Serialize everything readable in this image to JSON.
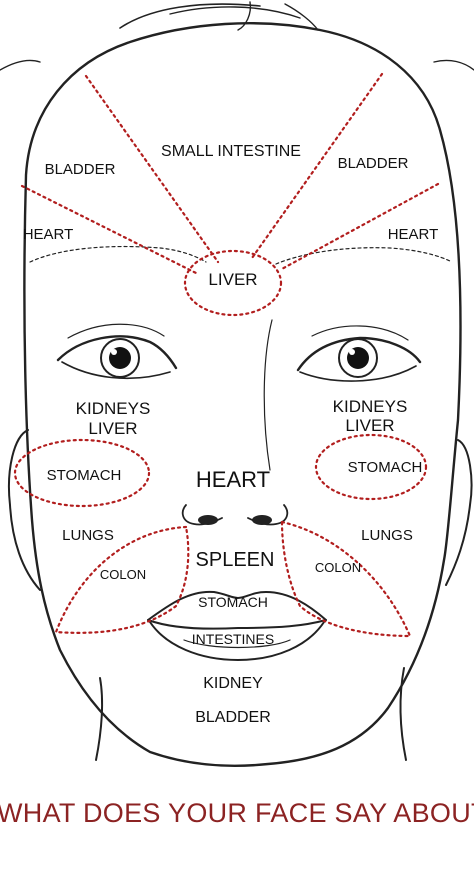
{
  "labels": {
    "small_intestine": "SMALL INTESTINE",
    "bladder_left": "BLADDER",
    "bladder_right": "BLADDER",
    "heart_left": "HEART",
    "heart_right": "HEART",
    "liver_center": "LIVER",
    "kidneys_left": "KIDNEYS",
    "liver_left": "LIVER",
    "kidneys_right": "KIDNEYS",
    "liver_right": "LIVER",
    "stomach_left": "STOMACH",
    "stomach_right": "STOMACH",
    "heart_center": "HEART",
    "lungs_left": "LUNGS",
    "lungs_right": "LUNGS",
    "colon_left": "COLON",
    "colon_right": "COLON",
    "spleen": "SPLEEN",
    "stomach_lips": "STOMACH",
    "intestines": "INTESTINES",
    "kidney": "KIDNEY",
    "bladder_chin": "BLADDER"
  },
  "caption": "WHAT DOES YOUR FACE SAY ABOUT YOU",
  "colors": {
    "zone_line": "#b21e1e",
    "caption": "#8c2323",
    "outline": "#222222"
  }
}
